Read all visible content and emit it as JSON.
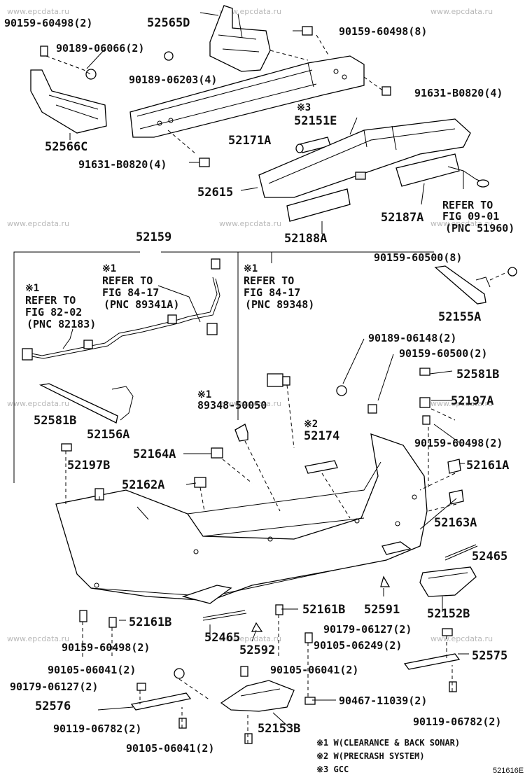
{
  "watermarks": [
    "www.epcdata.ru",
    "www.epcdata.ru",
    "www.epcdata.ru",
    "www.epcdata.ru",
    "www.epcdata.ru",
    "www.epcdata.ru",
    "www.epcdata.ru",
    "www.epcdata.ru",
    "www.epcdata.ru",
    "www.epcdata.ru",
    "www.epcdata.ru",
    "www.epcdata.ru"
  ],
  "part_labels": {
    "p90159_60498_2_top": "90159-60498(2)",
    "p52565D": "52565D",
    "p90159_60498_8": "90159-60498(8)",
    "p90189_06066_2": "90189-06066(2)",
    "p90189_06203_4": "90189-06203(4)",
    "p91631_B0820_4_right": "91631-B0820(4)",
    "p52566C": "52566C",
    "p52171A": "52171A",
    "p52151E": "52151E",
    "p91631_B0820_4_left": "91631-B0820(4)",
    "p52615": "52615",
    "p52187A": "52187A",
    "p52188A": "52188A",
    "p52159": "52159",
    "p90159_60500_8": "90159-60500(8)",
    "p52155A": "52155A",
    "p90189_06148_2": "90189-06148(2)",
    "p90159_60500_2": "90159-60500(2)",
    "p52581B_right": "52581B",
    "p52197A": "52197A",
    "p90159_60498_2_right": "90159-60498(2)",
    "p89348_50050": "89348-50050",
    "p52581B_left": "52581B",
    "p52156A": "52156A",
    "p52174": "52174",
    "p52164A": "52164A",
    "p52161A": "52161A",
    "p52197B": "52197B",
    "p52162A": "52162A",
    "p52163A": "52163A",
    "p52465_right": "52465",
    "p52161B_center": "52161B",
    "p52591": "52591",
    "p52152B": "52152B",
    "p52161B_left": "52161B",
    "p52465_bottom": "52465",
    "p90179_06127_2_right": "90179-06127(2)",
    "p90159_60498_2_bottom": "90159-60498(2)",
    "p90105_06249_2": "90105-06249(2)",
    "p52592": "52592",
    "p52575": "52575",
    "p90105_06041_2_left": "90105-06041(2)",
    "p90105_06041_2_mid": "90105-06041(2)",
    "p90179_06127_2_left": "90179-06127(2)",
    "p90467_11039_2": "90467-11039(2)",
    "p52576": "52576",
    "p90119_06782_2_left": "90119-06782(2)",
    "p52153B": "52153B",
    "p90119_06782_2_right": "90119-06782(2)",
    "p90105_06041_2_bottom": "90105-06041(2)"
  },
  "references": {
    "ref_fig_09_01": [
      "REFER TO",
      "FIG 09-01",
      "(PNC 51960)"
    ],
    "ref_fig_82_02": [
      "※1",
      "REFER TO",
      "FIG 82-02",
      "(PNC 82183)"
    ],
    "ref_fig_84_17_a": [
      "※1",
      "REFER TO",
      "FIG 84-17",
      "(PNC 89341A)"
    ],
    "ref_fig_84_17_b": [
      "※1",
      "REFER TO",
      "FIG 84-17",
      "(PNC 89348)"
    ]
  },
  "markers": {
    "gcc_52151E": "※3",
    "sonar_89348": "※1",
    "precrash_52174": "※2"
  },
  "notes": [
    "※1 W(CLEARANCE & BACK SONAR)",
    "※2 W(PRECRASH SYSTEM)",
    "※3 GCC"
  ],
  "figure_id": "521616E"
}
